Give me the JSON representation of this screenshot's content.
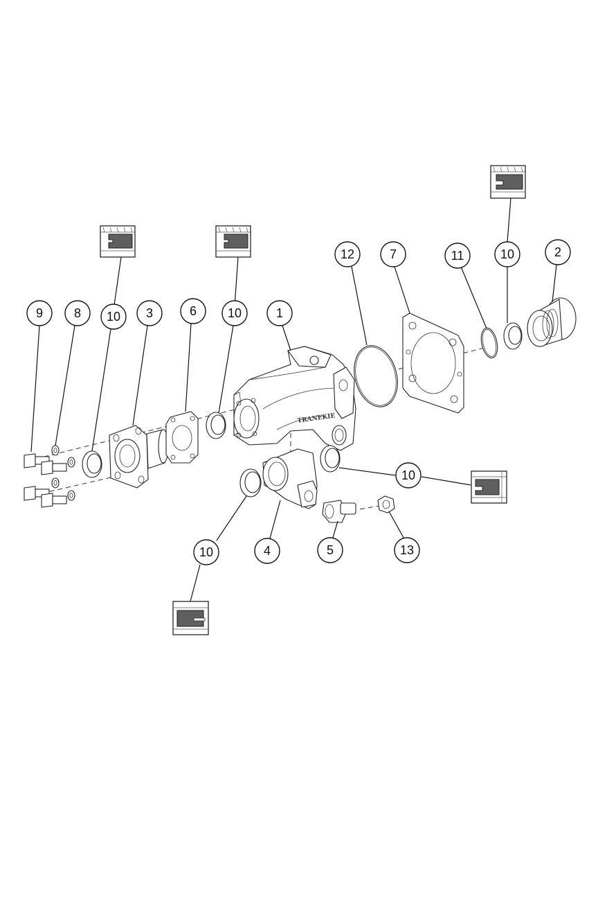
{
  "callouts": {
    "c1": "1",
    "c2": "2",
    "c3": "3",
    "c4": "4",
    "c5": "5",
    "c6": "6",
    "c7": "7",
    "c8": "8",
    "c9": "9",
    "c10": "10",
    "c11": "11",
    "c12": "12",
    "c13": "13"
  },
  "logo_text": "TRANEKIE",
  "colors": {
    "line": "#111111",
    "seal_fill": "#5f5f5f",
    "background": "#ffffff"
  }
}
